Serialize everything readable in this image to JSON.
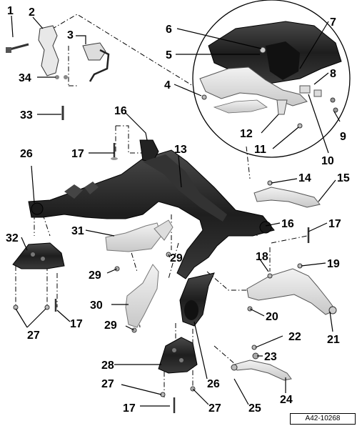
{
  "figure_ref": "A42-10268",
  "callouts": [
    "1",
    "2",
    "3",
    "4",
    "5",
    "6",
    "7",
    "8",
    "9",
    "10",
    "11",
    "12",
    "13",
    "14",
    "15",
    "16",
    "16",
    "17",
    "17",
    "17",
    "17",
    "18",
    "19",
    "20",
    "21",
    "22",
    "23",
    "24",
    "25",
    "26",
    "26",
    "27",
    "27",
    "27",
    "28",
    "29",
    "29",
    "29",
    "30",
    "31",
    "32",
    "33",
    "34"
  ],
  "parts": {
    "subframe": "subframe",
    "wishbones": "upper-wishbones",
    "transverse_link": "lower-transverse-link",
    "track_rod": "track-rod",
    "brackets": "subframe-brackets",
    "shields": "underbody-shields",
    "sensor": "level-sensor"
  },
  "palette": {
    "dark": "#2b2b2b",
    "mid": "#5a5a5a",
    "light": "#d9d9d9",
    "lighter": "#ececec"
  }
}
